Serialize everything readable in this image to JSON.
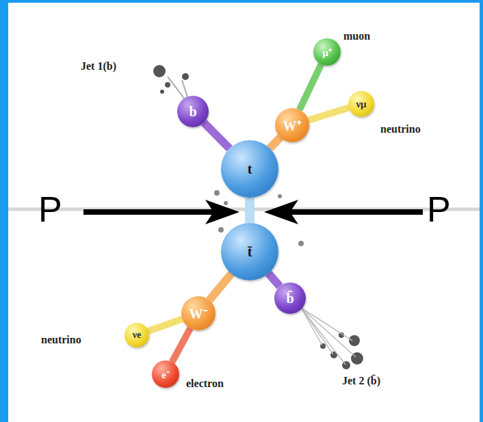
{
  "diagram": {
    "nodes": [
      {
        "text": [
          "t"
        ]
      },
      {
        "text": [
          "t̄"
        ]
      },
      {
        "text": [
          "b"
        ]
      },
      {
        "text": [
          "W⁺"
        ]
      },
      {
        "text": [
          "μ⁺"
        ]
      },
      {
        "text": [
          "νμ"
        ]
      },
      {
        "text": [
          "b̄"
        ]
      },
      {
        "text": [
          "W⁻"
        ]
      },
      {
        "text": [
          "νe"
        ]
      },
      {
        "text": [
          "e⁻"
        ]
      }
    ],
    "edges": [
      {
        "from": 0,
        "to": 1,
        "arrow": "none"
      },
      {
        "from": 0,
        "to": 2,
        "arrow": "none"
      },
      {
        "from": 0,
        "to": 3,
        "arrow": "none"
      },
      {
        "from": 3,
        "to": 4,
        "arrow": "none"
      },
      {
        "from": 3,
        "to": 5,
        "arrow": "none"
      },
      {
        "from": 1,
        "to": 6,
        "arrow": "none"
      },
      {
        "from": 1,
        "to": 7,
        "arrow": "none"
      },
      {
        "from": 7,
        "to": 8,
        "arrow": "none"
      },
      {
        "from": 7,
        "to": 9,
        "arrow": "none"
      }
    ],
    "labels": [
      "Jet 1(b)",
      "muon",
      "neutrino",
      "P",
      "P",
      "neutrino",
      "electron",
      "Jet 2 (b̄)"
    ]
  }
}
